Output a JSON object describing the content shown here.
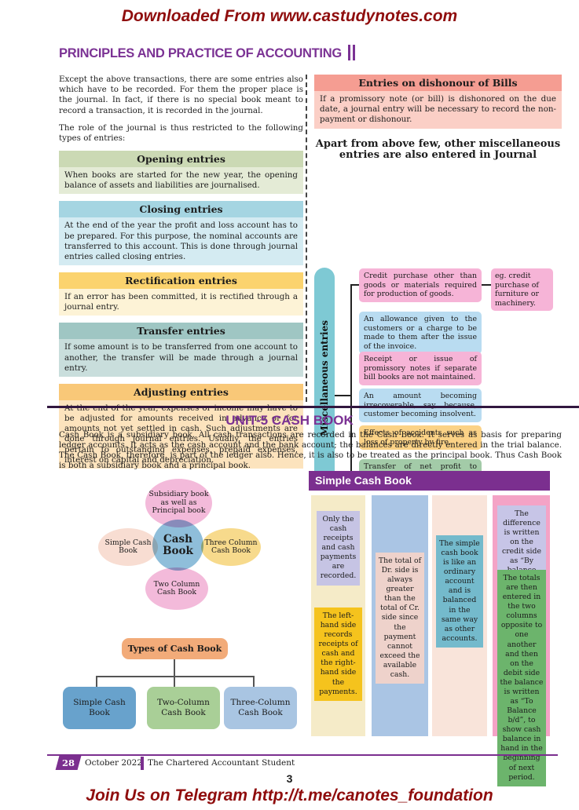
{
  "banner": {
    "top": "Downloaded From www.castudynotes.com",
    "bottom": "Join Us on Telegram http://t.me/canotes_foundation"
  },
  "header": {
    "title": "PRINCIPLES AND PRACTICE OF ACCOUNTING"
  },
  "palette": {
    "accent_purple": "#7b2f8f",
    "banner_red": "#8f0d0d",
    "opening_green": "#cbd9b4",
    "closing_blue": "#a5d5e2",
    "rectification_yellow": "#fbd36e",
    "transfer_teal": "#9fc6c3",
    "adjusting_orange": "#f9c878",
    "dishonour_salmon": "#f59d92"
  },
  "journal": {
    "intro1": "Except the above transactions, there are some entries also which have to be recorded. For them the proper place is the journal. In fact, if there is no special book meant to record a transaction, it is recorded in the journal.",
    "intro2": "The role of the journal is thus restricted to the following types of entries:",
    "cards": [
      {
        "title": "Opening entries",
        "body": "When books are started for the new year, the opening balance of assets and liabilities are journalised."
      },
      {
        "title": "Closing entries",
        "body": "At the end of the year the profit and loss account has to be prepared. For this purpose, the nominal accounts are transferred to this account. This is done through journal entries called closing entries."
      },
      {
        "title": "Rectification entries",
        "body": "If an error has been committed, it is rectified through a journal entry."
      },
      {
        "title": "Transfer entries",
        "body": "If some amount is to be transferred from one account to another, the transfer will be made through a journal entry."
      },
      {
        "title": "Adjusting entries",
        "body": "At the end of the year, expenses or income may have to be adjusted for amounts received in advance or for amounts not yet settled in cash. Such adjustments are done through journal entries. Usually, the entries pertain to outstanding expenses, prepaid expenses, interest on capital and depreciation."
      }
    ],
    "dishonour": {
      "title": "Entries on dishonour of Bills",
      "body": "If a promissory note (or bill) is dishonored on the due date, a journal entry will be necessary to record the non-payment or dishonour."
    },
    "misc": {
      "heading": "Apart from above few, other miscellaneous entries are also entered in Journal",
      "label": "Miscellaneous entries",
      "items": [
        {
          "text": "Credit purchase other than goods or materials required for production of goods."
        },
        {
          "text": "An allowance given to the customers or a charge to be made to them after the issue of the invoice."
        },
        {
          "text": "Receipt or issue of promissory notes if separate bill books are not maintained."
        },
        {
          "text": "An amount becoming irrecoverable, say, because, customer becoming insolvent."
        },
        {
          "text": "Effects of accidents such as loss of property by fire."
        },
        {
          "text": "Transfer of net profit to capital account."
        }
      ],
      "example": "eg. credit purchase of furniture or machinery."
    }
  },
  "unit5": {
    "title": "UNIT-5 CASH BOOK",
    "intro": "Cash Book is a subsidiary book. All cash transactions are recorded in the Cash Book. It serves as basis for preparing ledger accounts. It acts as the cash account and the bank account; the balances are directly entered in the trial balance. The Cash Book, therefore, is part of the ledger also. Hence, it is also to be treated as the principal book. Thus Cash Book is both a subsidiary book and a principal book.",
    "bubbles": {
      "center": "Cash Book",
      "top": "Subsidiary book as well as Principal book",
      "left": "Simple Cash Book",
      "right": "Three Column Cash Book",
      "bottom": "Two Column Cash Book"
    },
    "tree": {
      "root": "Types of Cash Book",
      "children": [
        "Simple Cash Book",
        "Two-Column Cash Book",
        "Three-Column Cash Book"
      ]
    },
    "panel": {
      "title": "Simple Cash Book",
      "columns": [
        {
          "notes": [
            "Only the cash receipts and cash payments are recorded.",
            "The left-hand side records receipts of cash and the right-hand side the payments."
          ]
        },
        {
          "notes": [
            "The total of Dr. side is always greater than the total of Cr. side since the payment cannot exceed the available cash."
          ]
        },
        {
          "notes": [
            "The simple cash book is like an ordinary account and is balanced in the same way as other accounts."
          ]
        },
        {
          "notes": [
            "The difference is written on the credit side as “By balance c/d.”",
            "The totals are then entered in the two columns opposite to one another and then on the debit side the balance is written as “To Balance b/d”, to show cash balance in hand in the beginning of next period."
          ]
        }
      ]
    }
  },
  "footer": {
    "issue": "28",
    "date": "October 2022",
    "publication": "The Chartered Accountant Student",
    "page": "3"
  }
}
